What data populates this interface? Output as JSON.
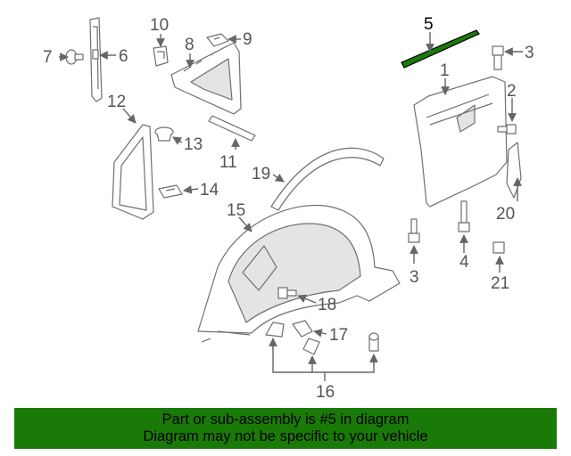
{
  "callouts": {
    "c1": "1",
    "c2": "2",
    "c3a": "3",
    "c3b": "3",
    "c4": "4",
    "c5": "5",
    "c6": "6",
    "c7": "7",
    "c8": "8",
    "c9": "9",
    "c10": "10",
    "c11": "11",
    "c12": "12",
    "c13": "13",
    "c14": "14",
    "c15": "15",
    "c16": "16",
    "c17": "17",
    "c18": "18",
    "c19": "19",
    "c20": "20",
    "c21": "21"
  },
  "highlight": {
    "part_number": "5",
    "color": "#1a7a08"
  },
  "footer": {
    "line1": "Part or sub-assembly is #5 in diagram",
    "line2": "Diagram may not be specific to your vehicle",
    "background": "#1a7a08"
  }
}
